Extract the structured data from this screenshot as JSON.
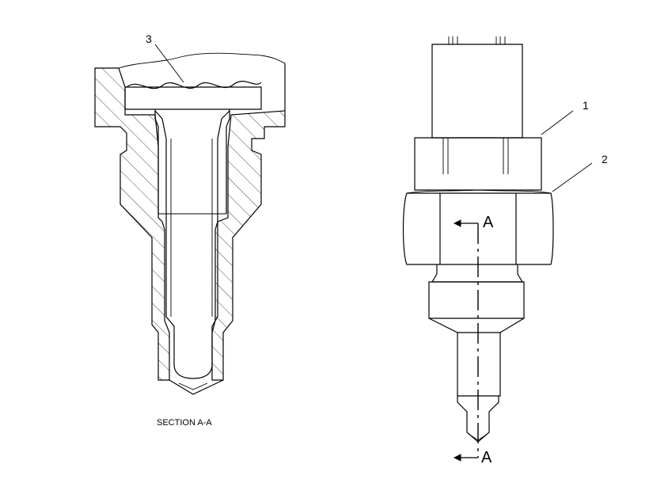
{
  "callouts": [
    {
      "id": "1",
      "label": "1"
    },
    {
      "id": "2",
      "label": "2"
    },
    {
      "id": "3",
      "label": "3"
    }
  ],
  "section_marker": {
    "top": "A",
    "bottom": "A"
  },
  "section_caption": "SECTION A-A"
}
